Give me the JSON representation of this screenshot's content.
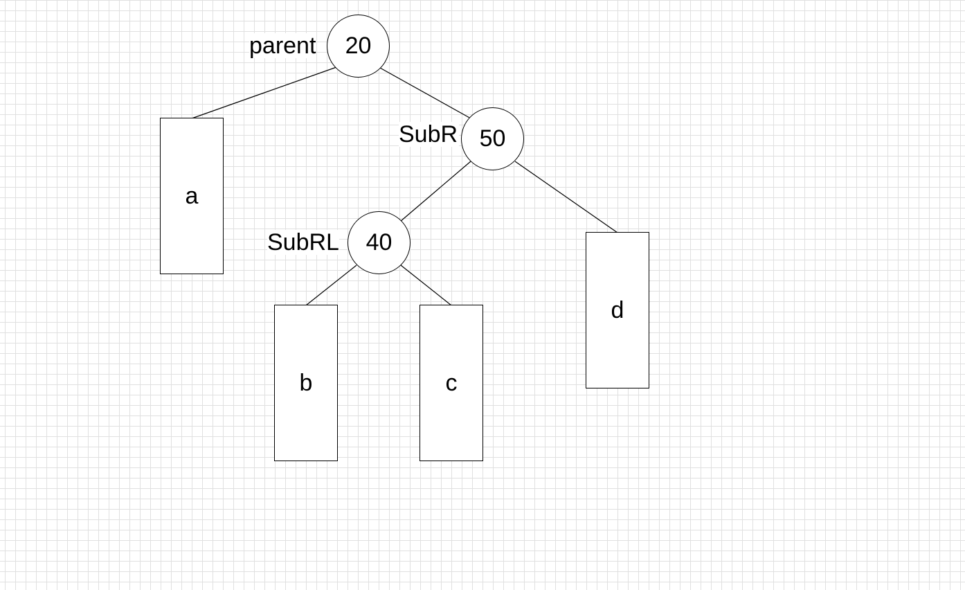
{
  "diagram": {
    "nodes": [
      {
        "id": "n20",
        "value": "20",
        "tag": "parent"
      },
      {
        "id": "n50",
        "value": "50",
        "tag": "SubR"
      },
      {
        "id": "n40",
        "value": "40",
        "tag": "SubRL"
      }
    ],
    "subtrees": [
      {
        "id": "a",
        "label": "a",
        "parent": "n20"
      },
      {
        "id": "b",
        "label": "b",
        "parent": "n40"
      },
      {
        "id": "c",
        "label": "c",
        "parent": "n40"
      },
      {
        "id": "d",
        "label": "d",
        "parent": "n50"
      }
    ],
    "edges": [
      {
        "from": "n20",
        "to": "a"
      },
      {
        "from": "n20",
        "to": "n50"
      },
      {
        "from": "n50",
        "to": "n40"
      },
      {
        "from": "n50",
        "to": "d"
      },
      {
        "from": "n40",
        "to": "b"
      },
      {
        "from": "n40",
        "to": "c"
      }
    ]
  }
}
